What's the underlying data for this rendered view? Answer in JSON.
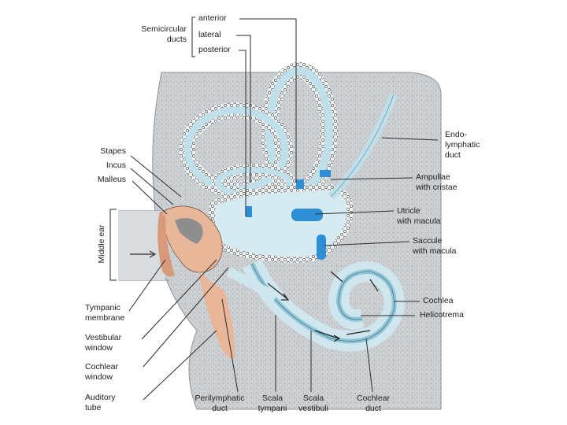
{
  "labels": {
    "semicircular_ducts": "Semicircular\nducts",
    "anterior": "anterior",
    "lateral": "lateral",
    "posterior": "posterior",
    "stapes": "Stapes",
    "incus": "Incus",
    "malleus": "Malleus",
    "middle_ear": "Middle ear",
    "tympanic_membrane": "Tympanic\nmembrane",
    "vestibular_window": "Vestibular\nwindow",
    "cochlear_window": "Cochlear\nwindow",
    "auditory_tube": "Auditory\ntube",
    "endolymphatic_duct": "Endo-\nlymphatic\nduct",
    "ampullae": "Ampullae\nwith cristae",
    "utricle": "Utricle\nwith macula",
    "saccule": "Saccule\nwith macula",
    "cochlea": "Cochlea",
    "helicotrema": "Helicotrema",
    "perilymphatic_duct": "Perilymphatic\nduct",
    "scala_tympani": "Scala\ntympani",
    "scala_vestibuli": "Scala\nvestibuli",
    "cochlear_duct": "Cochlear\nduct"
  },
  "colors": {
    "bone": "#c9cccf",
    "perilymph": "#cfe6ee",
    "endolymph": "#8fc6d8",
    "macula": "#2f8fd6",
    "ossicle": "#e8b79a",
    "line": "#2a2a2a"
  }
}
